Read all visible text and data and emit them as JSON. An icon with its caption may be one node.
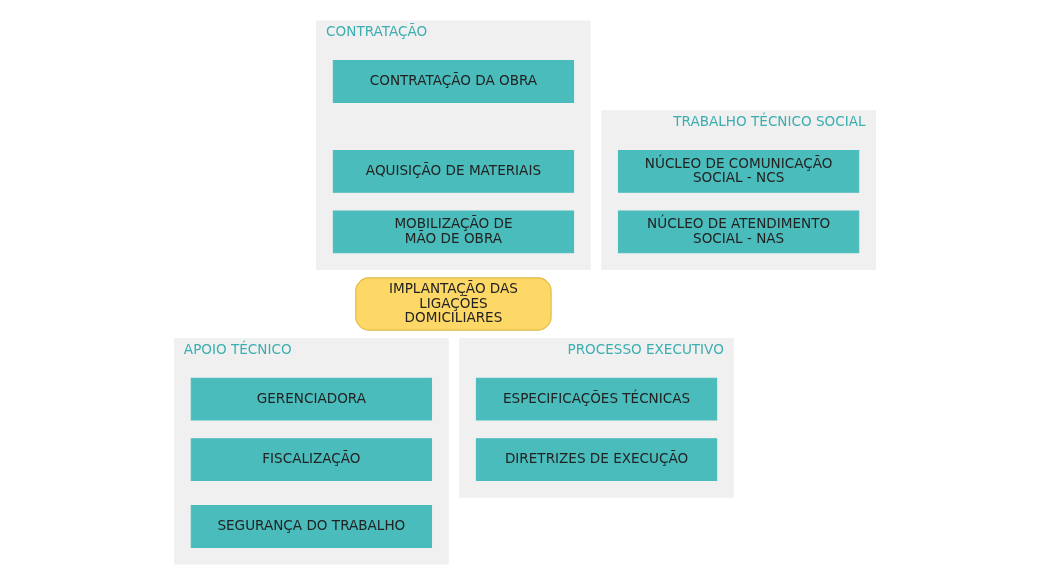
{
  "diagram": {
    "nodes": [
      {
        "text": [
          "CONTRATAÇÃO"
        ]
      },
      {
        "text": [
          "CONTRATAÇÃO DA OBRA"
        ],
        "in": 0
      },
      {
        "text": [
          "AQUISIÇÃO DE MATERIAIS"
        ],
        "in": 0
      },
      {
        "text": [
          "MOBILIZAÇÃO DE MÃO DE OBRA"
        ],
        "in": 0
      },
      {
        "text": [
          "TRABALHO TÉCNICO SOCIAL"
        ]
      },
      {
        "text": [
          "NÚCLEO DE COMUNICAÇÃO SOCIAL - NCS"
        ],
        "in": 4
      },
      {
        "text": [
          "NÚCLEO DE ATENDIMENTO SOCIAL - NAS"
        ],
        "in": 4
      },
      {
        "text": [
          "IMPLANTAÇÃO DAS LIGAÇÕES DOMICILIARES"
        ]
      },
      {
        "text": [
          "APOIO TÉCNICO"
        ]
      },
      {
        "text": [
          "GERENCIADORA"
        ],
        "in": 8
      },
      {
        "text": [
          "FISCALIZAÇÃO"
        ],
        "in": 8
      },
      {
        "text": [
          "SEGURANÇA DO TRABALHO"
        ],
        "in": 8
      },
      {
        "text": [
          "PROCESSO EXECUTIVO"
        ]
      },
      {
        "text": [
          "ESPECIFICAÇÕES TÉCNICAS"
        ],
        "in": 12
      },
      {
        "text": [
          "DIRETRIZES DE EXECUÇÃO"
        ],
        "in": 12
      }
    ],
    "edges": []
  }
}
